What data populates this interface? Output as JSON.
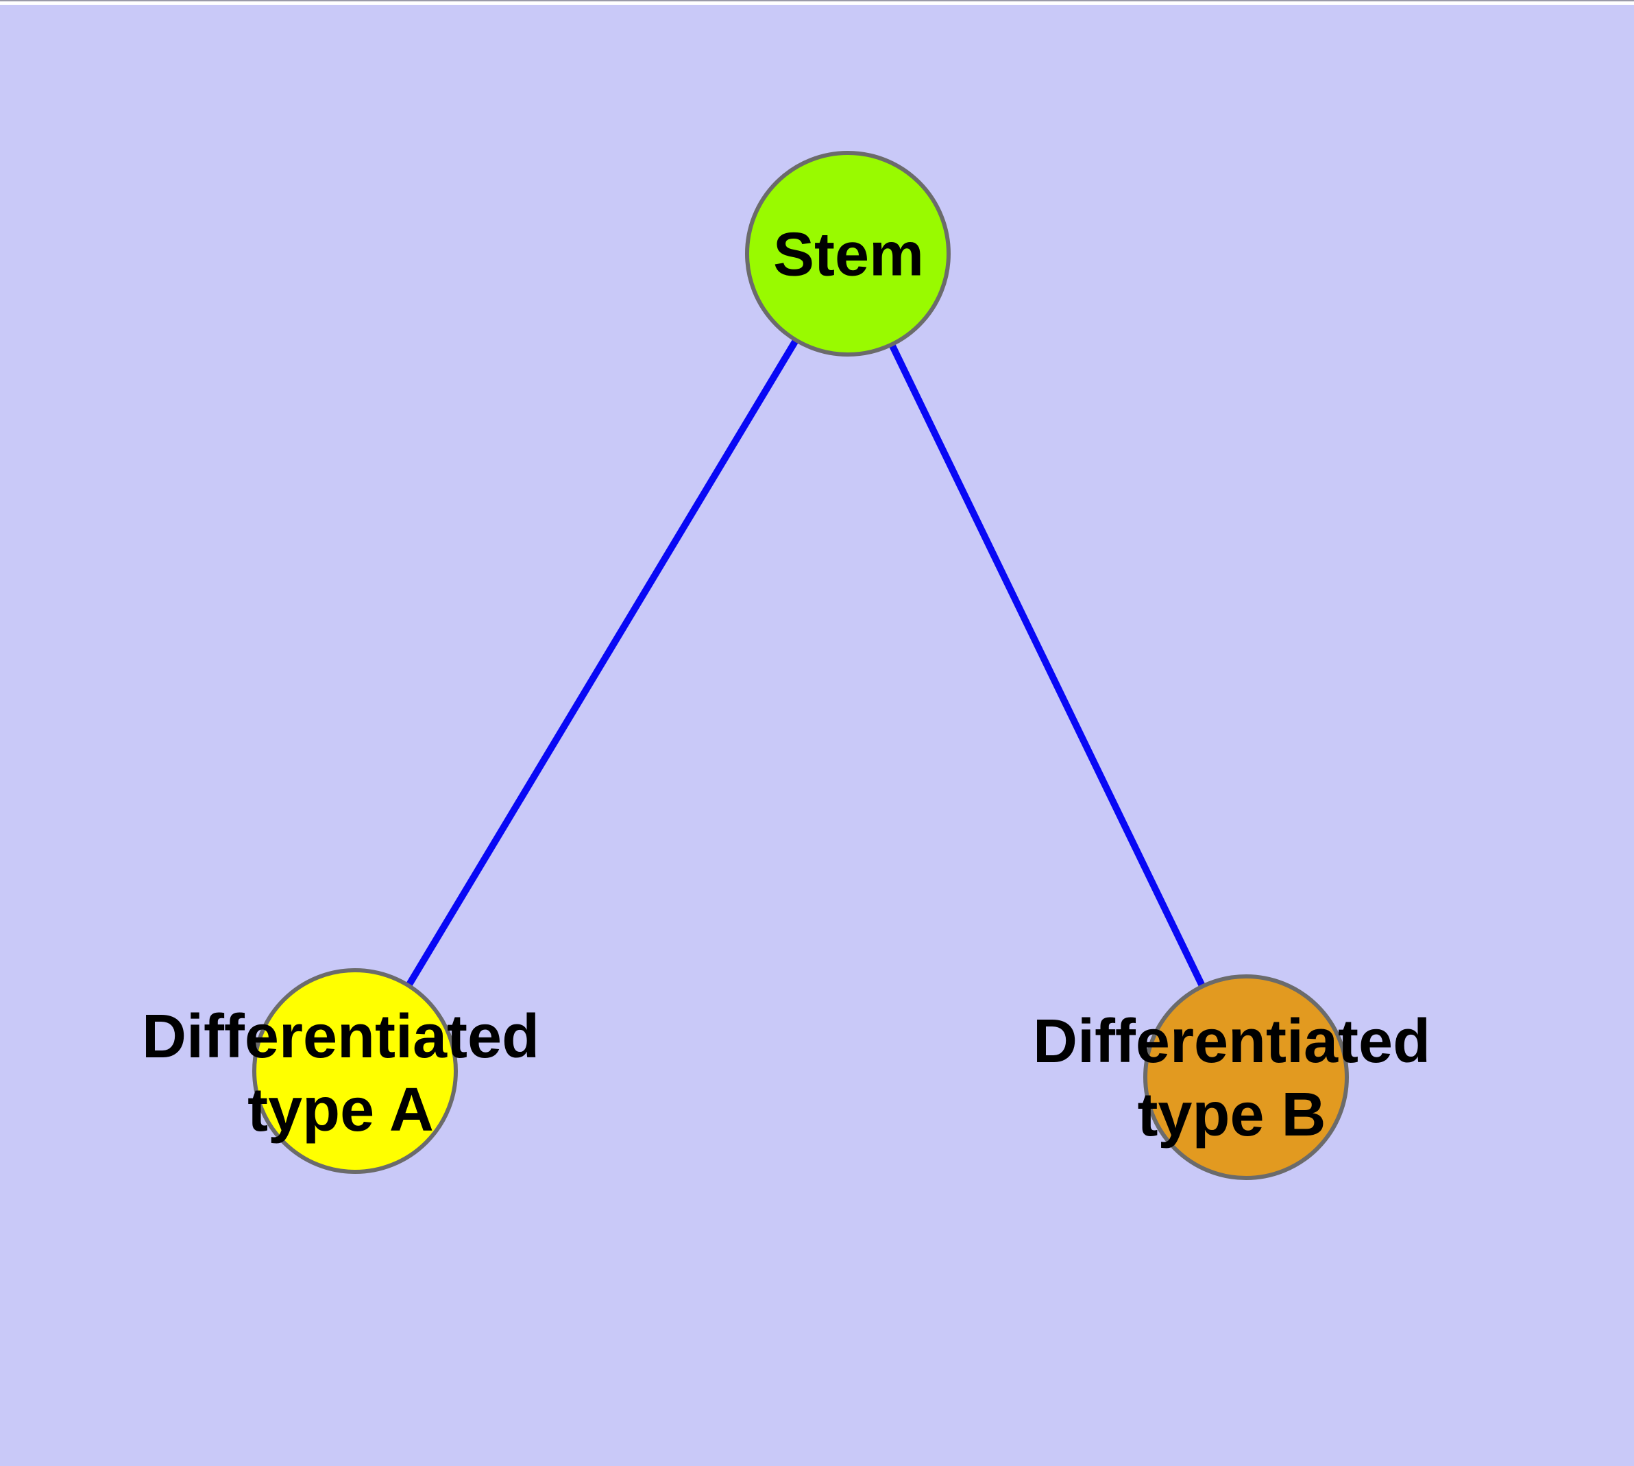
{
  "diagram": {
    "background_color": "#C9C9F8",
    "node_border_color": "#6B6B6B",
    "edge_color": "#0808F5",
    "text_color": "#000000",
    "nodes": [
      {
        "id": "stem",
        "label": "Stem",
        "fill": "#99FA00"
      },
      {
        "id": "differentiated-type-a",
        "label": "Differentiated\ntype A",
        "fill": "#FFFF00"
      },
      {
        "id": "differentiated-type-b",
        "label": "Differentiated\ntype B",
        "fill": "#E29A20"
      }
    ],
    "edges": [
      {
        "from": "stem",
        "to": "differentiated-type-a"
      },
      {
        "from": "stem",
        "to": "differentiated-type-b"
      }
    ]
  }
}
